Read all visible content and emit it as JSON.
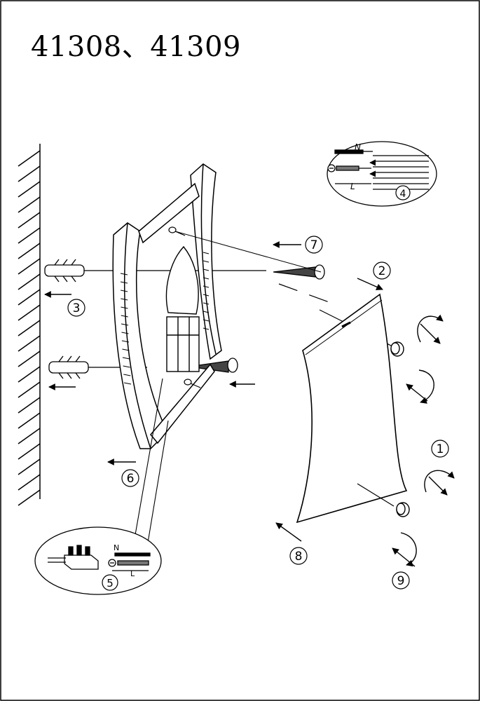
{
  "title": "41308、41309",
  "steps": {
    "s1": "1",
    "s2": "2",
    "s3": "3",
    "s4": "4",
    "s5": "5",
    "s6": "6",
    "s7": "7",
    "s8": "8",
    "s9": "9"
  },
  "wiring": {
    "neutral": "N",
    "live": "L"
  },
  "colors": {
    "line": "#000000",
    "background": "#ffffff"
  }
}
